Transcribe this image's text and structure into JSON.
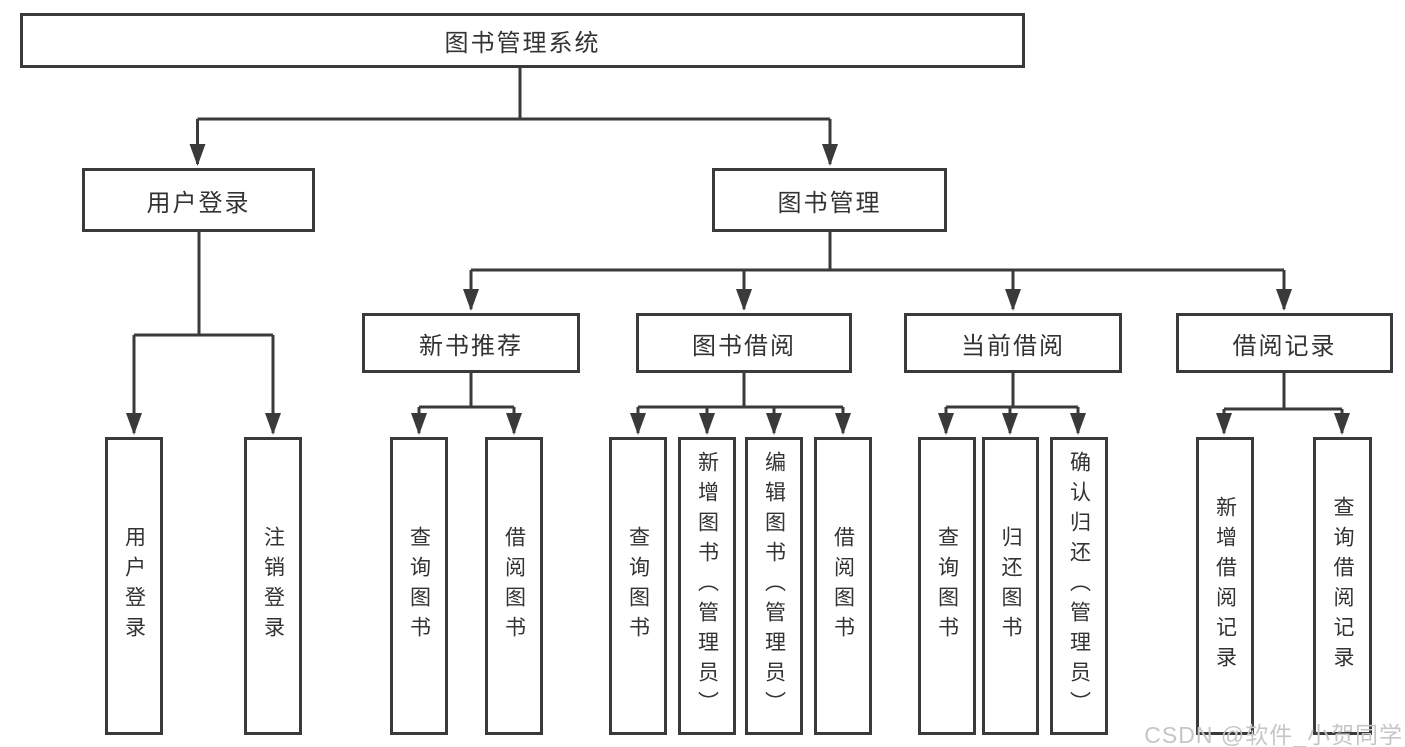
{
  "diagram": {
    "root": {
      "label": "图书管理系统"
    },
    "level2": [
      {
        "label": "用户登录"
      },
      {
        "label": "图书管理"
      }
    ],
    "level3": [
      {
        "label": "新书推荐"
      },
      {
        "label": "图书借阅"
      },
      {
        "label": "当前借阅"
      },
      {
        "label": "借阅记录"
      }
    ],
    "leaves": {
      "user_login": [
        {
          "label": "用户登录"
        },
        {
          "label": "注销登录"
        }
      ],
      "new_book": [
        {
          "label": "查询图书"
        },
        {
          "label": "借阅图书"
        }
      ],
      "book_borrow": [
        {
          "label": "查询图书"
        },
        {
          "label": "新增图书（管理员）"
        },
        {
          "label": "编辑图书（管理员）"
        },
        {
          "label": "借阅图书"
        }
      ],
      "current_borrow": [
        {
          "label": "查询图书"
        },
        {
          "label": "归还图书"
        },
        {
          "label": "确认归还（管理员）"
        }
      ],
      "borrow_records": [
        {
          "label": "新增借阅记录"
        },
        {
          "label": "查询借阅记录"
        }
      ]
    },
    "colors": {
      "line": "#3a3a3a",
      "border": "#3a3a3a",
      "text": "#333333",
      "background": "#ffffff",
      "watermark": "#c6c6c6"
    }
  },
  "watermark": {
    "text": "CSDN @软件_小贺同学"
  }
}
